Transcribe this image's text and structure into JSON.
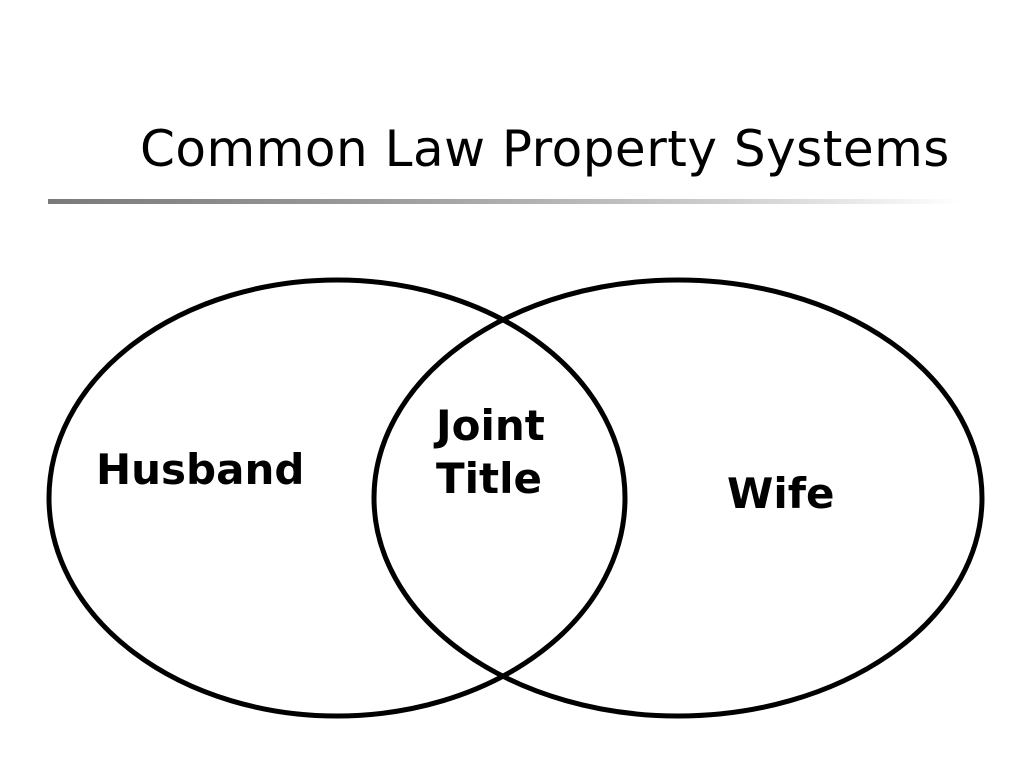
{
  "slide": {
    "title": "Common Law Property Systems"
  },
  "venn": {
    "left_set": {
      "label": "Husband"
    },
    "right_set": {
      "label": "Wife"
    },
    "intersection": {
      "line1": "Joint",
      "line2": "Title"
    }
  },
  "colors": {
    "stroke": "#000000",
    "background": "#ffffff",
    "rule_dark": "#7a7a7a",
    "rule_light": "#ffffff"
  }
}
